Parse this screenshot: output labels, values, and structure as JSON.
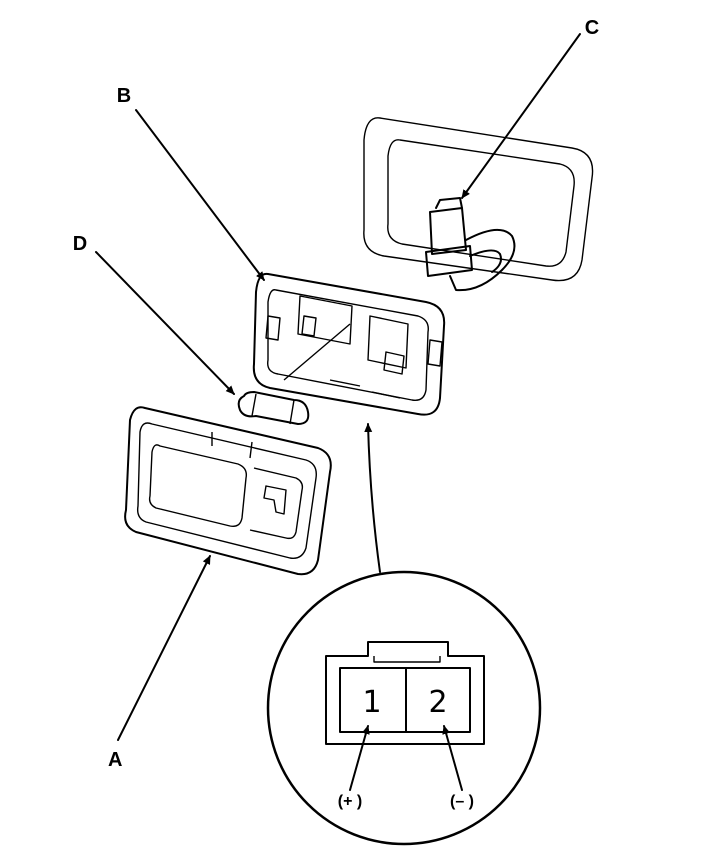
{
  "callouts": {
    "a": "A",
    "b": "B",
    "c": "C",
    "d": "D"
  },
  "connector_detail": {
    "pin1": "1",
    "pin2": "2",
    "pin1_polarity": "(+ )",
    "pin2_polarity": "(– )"
  }
}
